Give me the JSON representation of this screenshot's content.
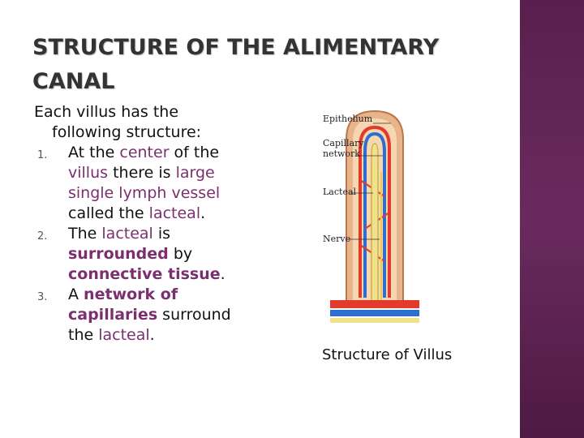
{
  "slide": {
    "title": "STRUCTURE OF THE ALIMENTARY CANAL",
    "intro_line1": "Each villus has the",
    "intro_line2": "following structure:",
    "items": [
      {
        "number": "1.",
        "parts": [
          "At the ",
          "center",
          " of the ",
          "villus",
          " there is ",
          "large single lymph vessel",
          " called the ",
          "lacteal",
          "."
        ]
      },
      {
        "number": "2.",
        "parts": [
          "The ",
          "lacteal",
          " is ",
          "surrounded",
          " by ",
          "connective tissue",
          "."
        ]
      },
      {
        "number": "3.",
        "parts": [
          "A ",
          "network of capillaries",
          " surround the ",
          "lacteal",
          "."
        ]
      }
    ],
    "figure": {
      "labels": {
        "epithelium": "Epithelium",
        "capillary_1": "Capillary",
        "capillary_2": "network",
        "lacteal": "Lacteal",
        "nerve": "Nerve"
      },
      "caption": "Structure of Villus"
    },
    "colors": {
      "highlight": "#7b2f6e",
      "side_band": "#5a1f4e"
    }
  }
}
